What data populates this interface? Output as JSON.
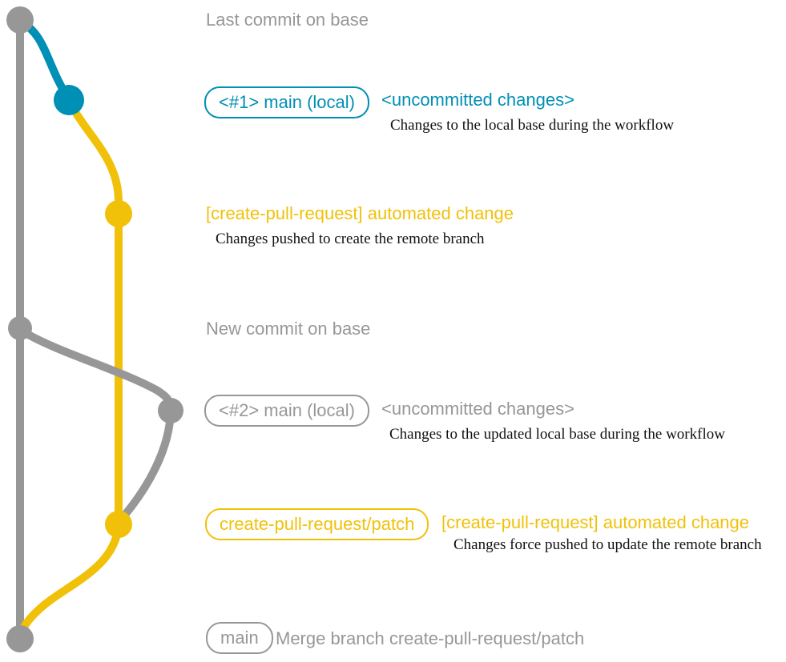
{
  "colors": {
    "gray": "#979797",
    "blue": "#008fb5",
    "yellow": "#f1c109",
    "ink": "#111111"
  },
  "captions": {
    "last_commit": "Last commit on base",
    "new_commit": "New commit on base"
  },
  "rows": {
    "local1": {
      "chip": "<#1> main (local)",
      "title": "<uncommitted changes>",
      "desc": "Changes to the local base during the workflow"
    },
    "patch1": {
      "title": "[create-pull-request] automated change",
      "desc": "Changes pushed to create the remote branch"
    },
    "local2": {
      "chip": "<#2> main (local)",
      "title": "<uncommitted changes>",
      "desc": "Changes to the updated local base during the workflow"
    },
    "patch2": {
      "chip": "create-pull-request/patch",
      "title": "[create-pull-request] automated change",
      "desc": "Changes force pushed to update the remote branch"
    },
    "merge": {
      "chip": "main",
      "label": "Merge branch create-pull-request/patch"
    }
  }
}
